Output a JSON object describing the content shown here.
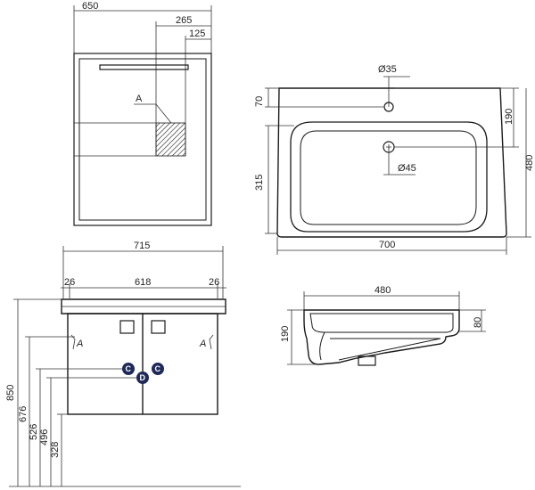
{
  "cabinet_front": {
    "width": "650",
    "offset_a": "265",
    "offset_b": "125",
    "section_label": "A"
  },
  "basin_top": {
    "hole_top": "Ø35",
    "hole_drain": "Ø45",
    "dim_70": "70",
    "dim_190": "190",
    "dim_480": "480",
    "dim_315": "315",
    "dim_700": "700"
  },
  "basin_side": {
    "width": "480",
    "height": "190",
    "lip": "80"
  },
  "vanity_front": {
    "total_width": "715",
    "left_margin": "26",
    "inner_width": "618",
    "right_margin": "26",
    "heights": [
      "850",
      "676",
      "526",
      "496",
      "328"
    ],
    "marker_a": "A",
    "marker_c": "C",
    "marker_d": "D"
  }
}
